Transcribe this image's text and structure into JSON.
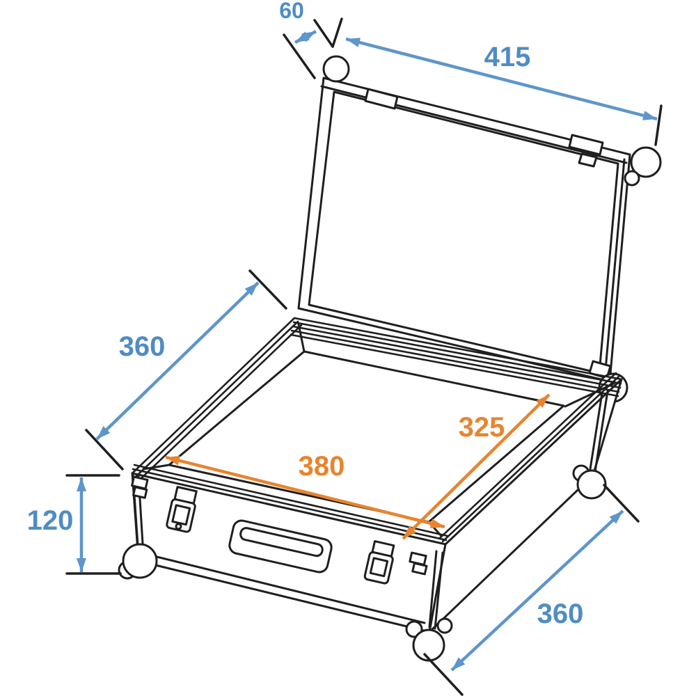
{
  "page": {
    "background_color": "#ffffff"
  },
  "diagram": {
    "kind": "dimension-drawing",
    "subject": "Open flight case shown in perspective with exterior and interior dimension arrows",
    "palette": {
      "line_color": "#1f1f1f",
      "exterior_dimension_color": "#5e95cb",
      "exterior_text_color": "#4f8cc4",
      "interior_dimension_color": "#e8842e",
      "interior_text_color": "#e8842e"
    },
    "dimension_labels": {
      "lid_thickness": "60",
      "lid_width": "415",
      "upper_depth": "360",
      "interior_depth": "325",
      "interior_width": "380",
      "body_height": "120",
      "lower_depth": "360"
    }
  }
}
